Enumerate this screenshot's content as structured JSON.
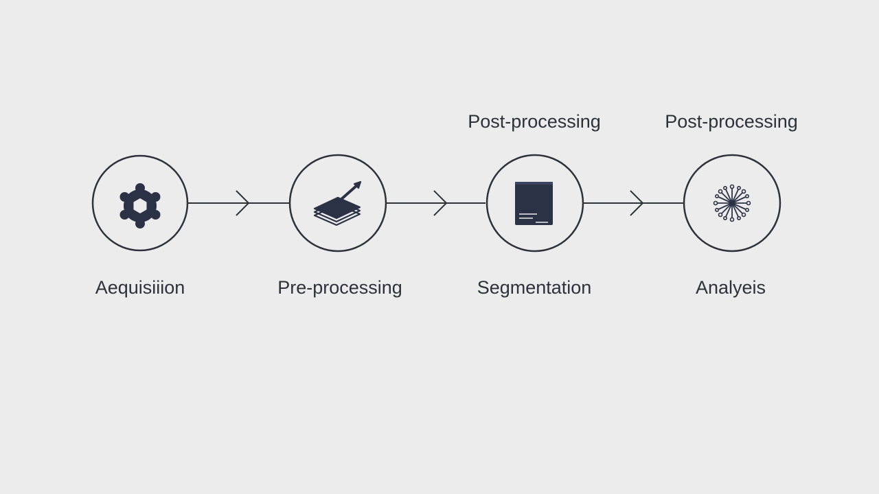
{
  "colors": {
    "background": "#ececed",
    "stroke": "#2c313b",
    "icon": "#2b3246"
  },
  "diagram": {
    "top_labels": [
      "Post-processing",
      "Post-processing"
    ],
    "steps": [
      {
        "label": "Aequisiiion",
        "icon": "gear-icon"
      },
      {
        "label": "Pre-processing",
        "icon": "layers-stylus-icon"
      },
      {
        "label": "Segmentation",
        "icon": "document-icon"
      },
      {
        "label": "Analyeis",
        "icon": "network-icon"
      }
    ]
  }
}
